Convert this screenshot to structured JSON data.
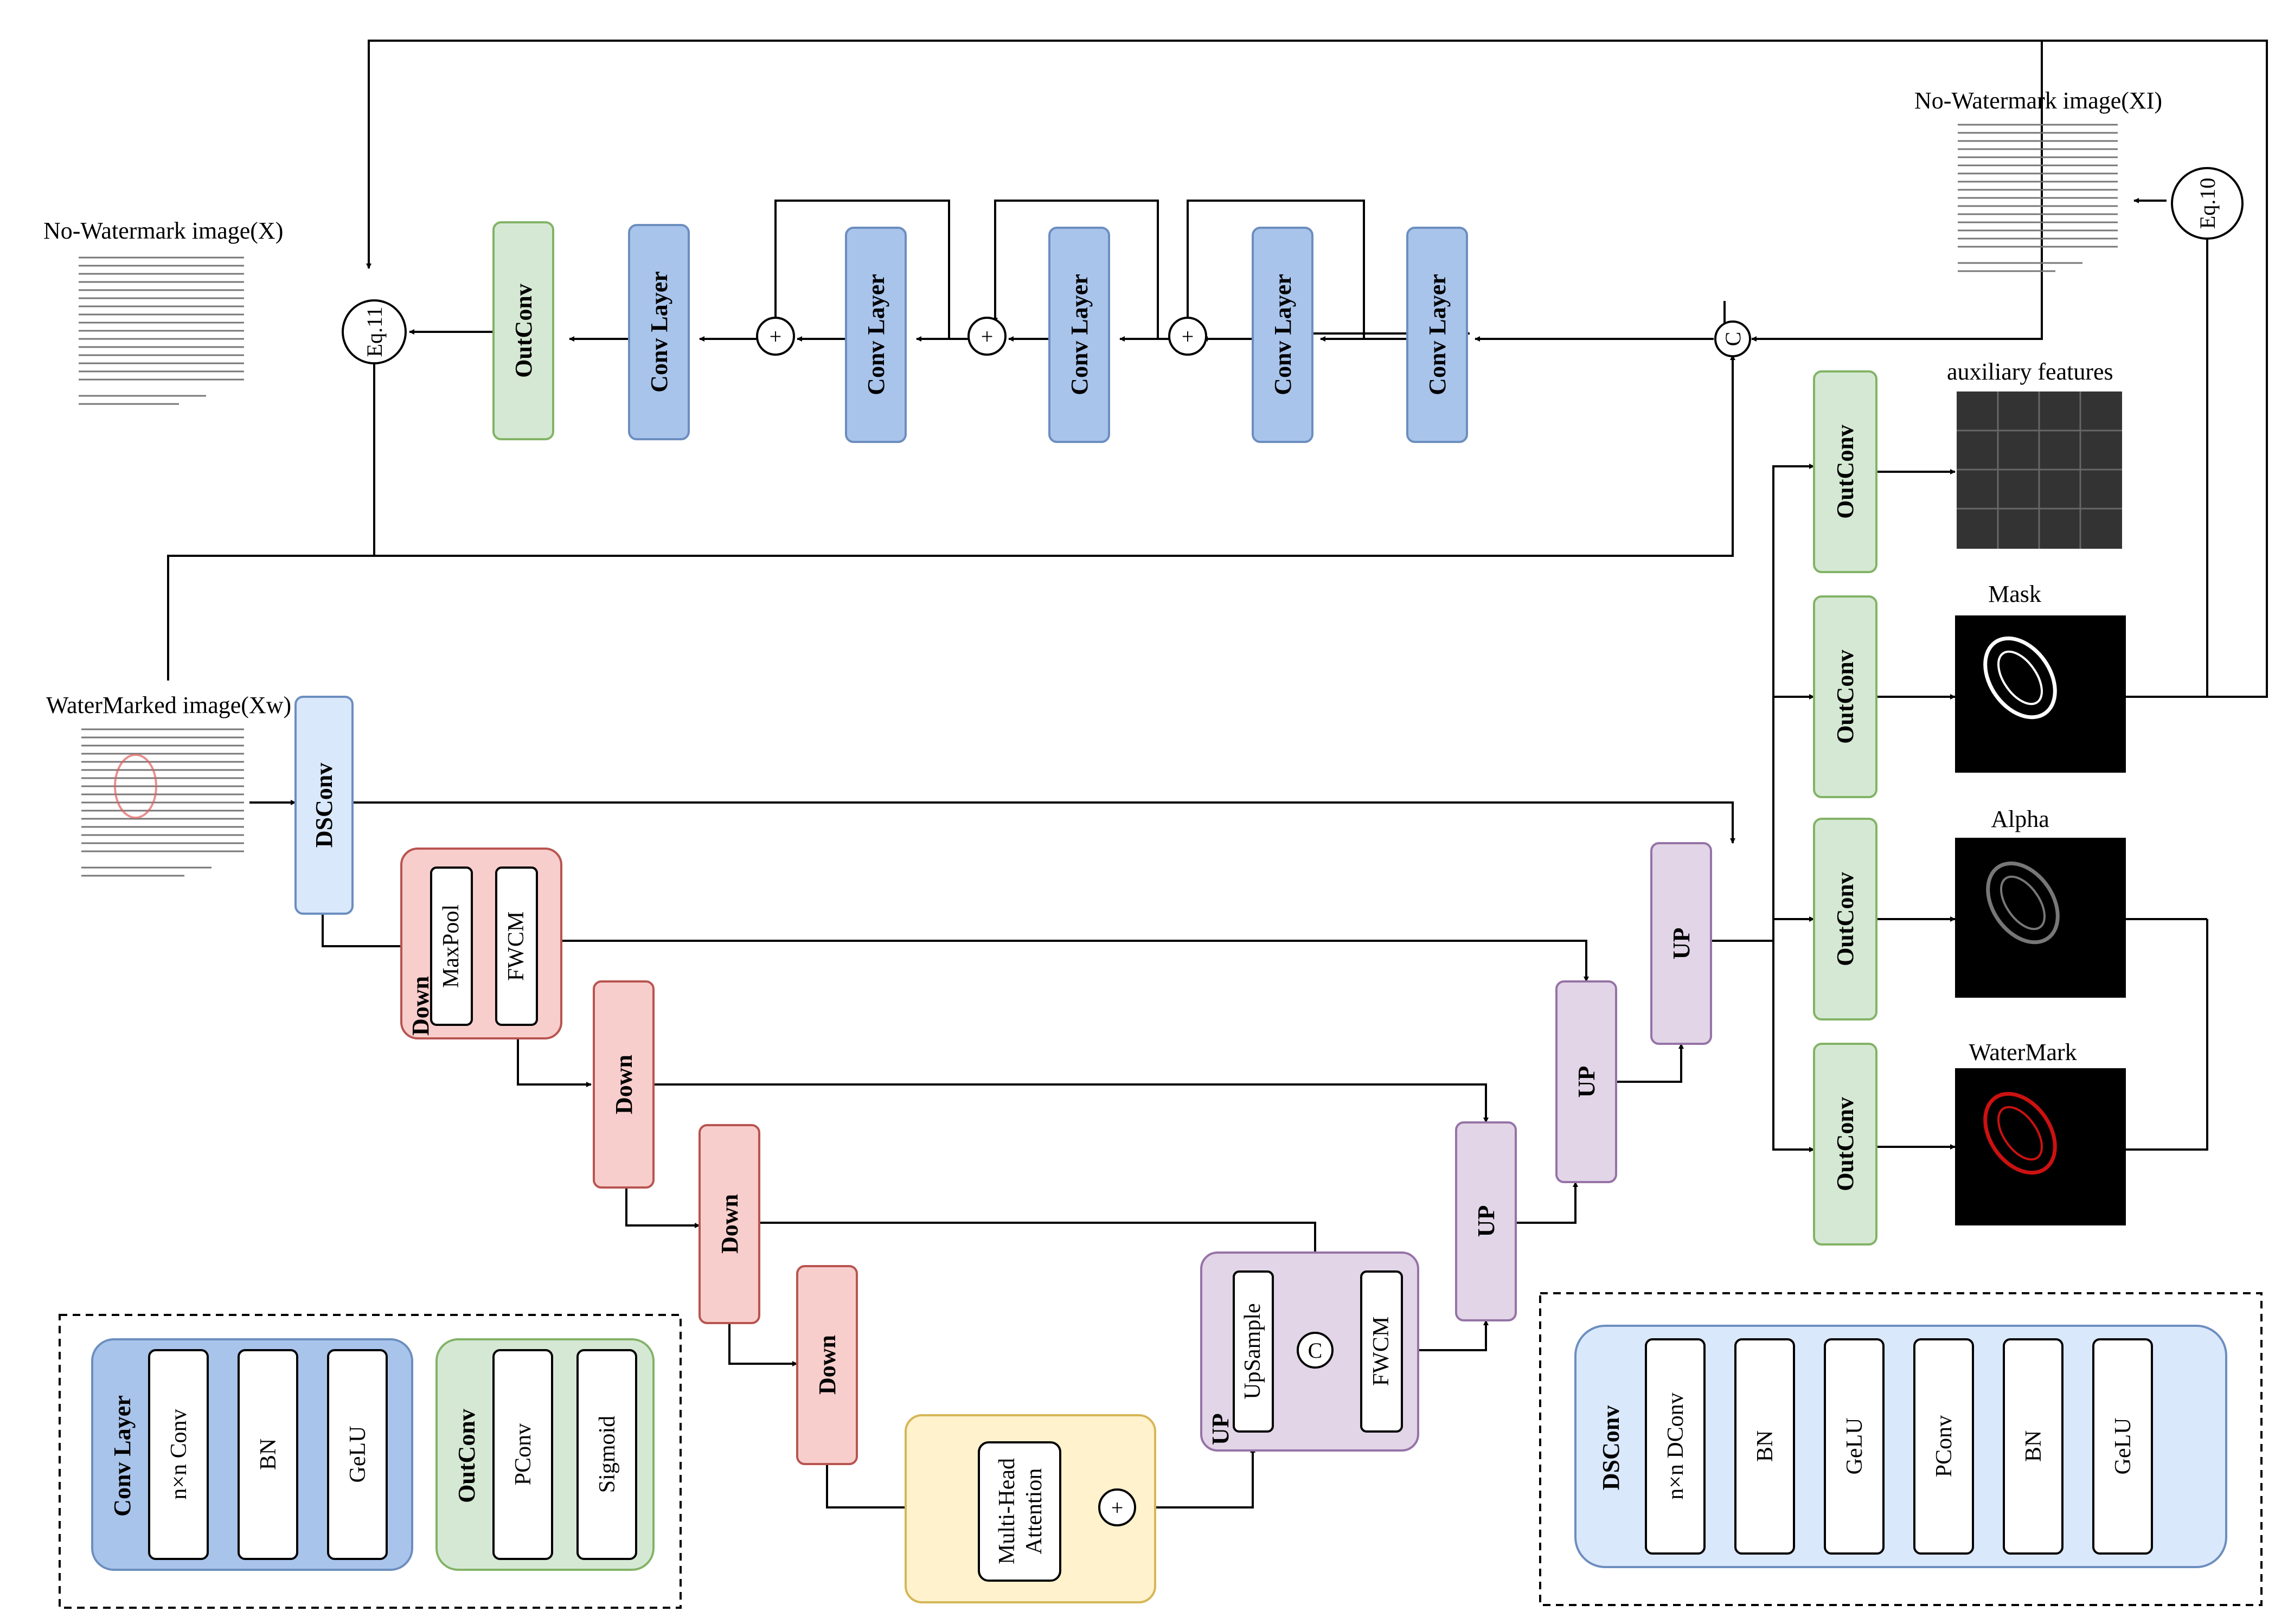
{
  "images": {
    "no_watermark_x": "No-Watermark image(X)",
    "no_watermark_xi": "No-Watermark image(XI)",
    "watermarked": "WaterMarked image(Xw)",
    "auxiliary": "auxiliary features",
    "mask": "Mask",
    "alpha": "Alpha",
    "watermark": "WaterMark"
  },
  "blocks": {
    "outconv": "OutConv",
    "conv_layer": "Conv Layer",
    "dsconv": "DSConv",
    "down": "Down",
    "up": "UP",
    "maxpool": "MaxPool",
    "fwcm": "FWCM",
    "upsample": "UpSample",
    "mha_line1": "Multi-Head",
    "mha_line2": "Attention"
  },
  "symbols": {
    "eq11": "Eq.11",
    "eq10": "Eq.10",
    "concat": "C",
    "plus": "+"
  },
  "legends": {
    "conv_layer": {
      "title": "Conv Layer",
      "items": [
        "n×n Conv",
        "BN",
        "GeLU"
      ]
    },
    "outconv": {
      "title": "OutConv",
      "items": [
        "PConv",
        "Sigmoid"
      ]
    },
    "dsconv": {
      "title": "DSConv",
      "items": [
        "n×n DConv",
        "BN",
        "GeLU",
        "PConv",
        "BN",
        "GeLU"
      ]
    }
  },
  "colors": {
    "blue": "#a9c4eb",
    "green": "#d5e8d4",
    "light_blue": "#dae8fc",
    "red": "#f8cecc",
    "purple": "#e1d5e7",
    "yellow": "#fff2cc"
  }
}
